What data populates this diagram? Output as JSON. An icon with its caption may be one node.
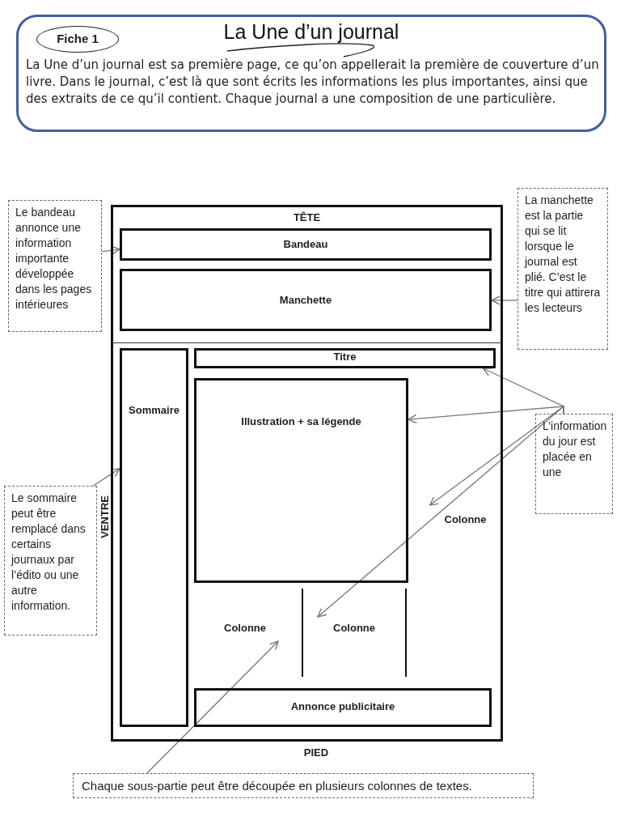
{
  "diagram": {
    "title": "La Une d’un journal",
    "nodes": [
      {
        "text": [
          "La Une d’un journal est sa première page, ce qu’on appellerait la première de couverture d’un livre. Dans le journal, c’est là que sont écrits les informations les plus importantes, ainsi que des extraits de ce qu’il contient. Chaque journal a une composition de une particulière."
        ]
      },
      {
        "text": [
          "Fiche 1"
        ],
        "in": 0
      },
      {
        "text": [
          "TÊTE"
        ]
      },
      {
        "text": [
          "Bandeau"
        ],
        "in": 2
      },
      {
        "text": [
          "Manchette"
        ],
        "in": 2
      },
      {
        "text": [
          "VENTRE"
        ]
      },
      {
        "text": [
          "Sommaire"
        ],
        "in": 5
      },
      {
        "text": [
          "Titre"
        ],
        "in": 5
      },
      {
        "text": [
          "Illustration + sa légende"
        ],
        "in": 5
      },
      {
        "text": [
          "Colonne"
        ],
        "in": 5
      },
      {
        "text": [
          "Colonne"
        ],
        "in": 5
      },
      {
        "text": [
          "Colonne"
        ],
        "in": 5
      },
      {
        "text": [
          "Annonce publicitaire"
        ],
        "in": 5
      },
      {
        "text": [
          "Le bandeau annonce une information importante développée dans les pages intérieures"
        ]
      },
      {
        "text": [
          "La manchette est la partie qui se lit lorsque le journal est plié. C’est le titre qui attirera les lecteurs"
        ]
      },
      {
        "text": [
          "L’information du jour est placée en une"
        ]
      },
      {
        "text": [
          "Le sommaire peut être remplacé dans certains journaux par l’édito ou une autre information."
        ]
      },
      {
        "text": [
          "Chaque sous-partie peut être découpée en plusieurs colonnes de textes."
        ]
      }
    ],
    "edges": [
      {
        "from": 13,
        "to": 3,
        "arrow": "to"
      },
      {
        "from": 14,
        "to": 4,
        "arrow": "to"
      },
      {
        "from": 15,
        "to": 7,
        "arrow": "to"
      },
      {
        "from": 15,
        "to": 8,
        "arrow": "to"
      },
      {
        "from": 15,
        "to": 9,
        "arrow": "to"
      },
      {
        "from": 15,
        "to": 11,
        "arrow": "to"
      },
      {
        "from": 16,
        "to": 6,
        "arrow": "to"
      },
      {
        "from": 17,
        "to": 10,
        "arrow": "to"
      }
    ],
    "labels": [
      "PIED"
    ]
  }
}
